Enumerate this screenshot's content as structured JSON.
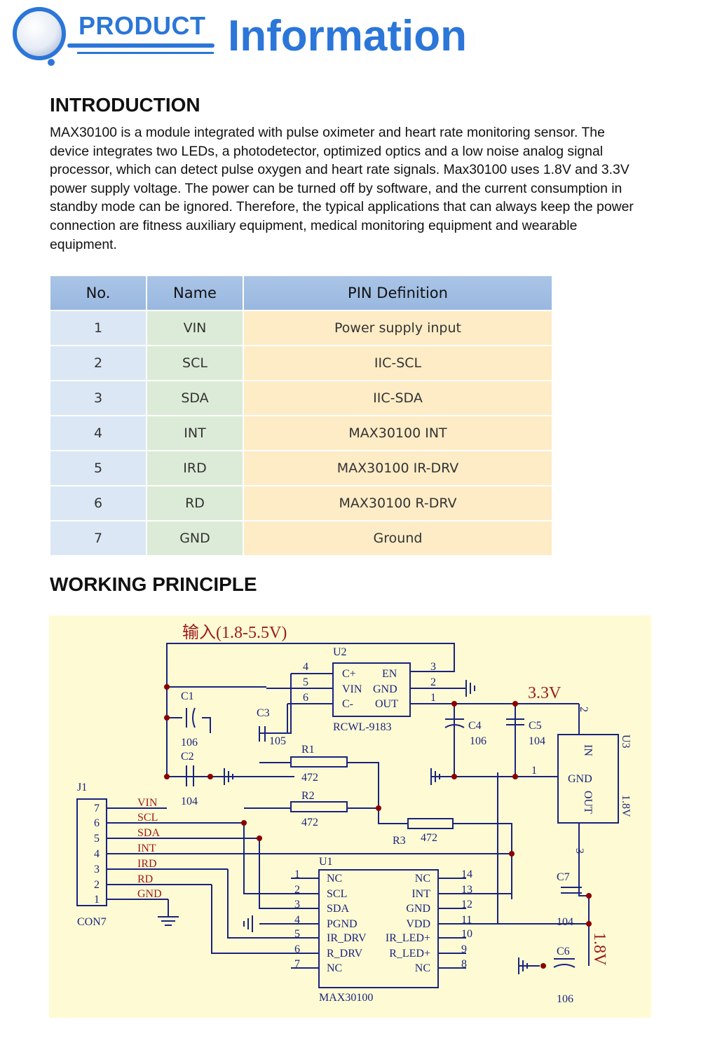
{
  "header": {
    "product_label": "PRODUCT",
    "title": "Information"
  },
  "introduction": {
    "heading": "INTRODUCTION",
    "paragraph": "MAX30100 is a module integrated with pulse oximeter and heart rate monitoring sensor. The device integrates two LEDs, a photodetector, optimized optics and a low noise analog signal processor, which can detect pulse oxygen and heart rate signals. Max30100 uses 1.8V and 3.3V power supply voltage. The power can be turned off by software, and the current consumption in standby mode can be ignored. Therefore, the typical applications that can always keep the power connection are fitness auxiliary equipment, medical monitoring equipment and wearable equipment."
  },
  "pin_table": {
    "headers": [
      "No.",
      "Name",
      "PIN Definition"
    ],
    "rows": [
      {
        "no": "1",
        "name": "VIN",
        "definition": "Power supply input"
      },
      {
        "no": "2",
        "name": "SCL",
        "definition": "IIC-SCL"
      },
      {
        "no": "3",
        "name": "SDA",
        "definition": "IIC-SDA"
      },
      {
        "no": "4",
        "name": "INT",
        "definition": "MAX30100 INT"
      },
      {
        "no": "5",
        "name": "IRD",
        "definition": "MAX30100 IR-DRV"
      },
      {
        "no": "6",
        "name": "RD",
        "definition": "MAX30100 R-DRV"
      },
      {
        "no": "7",
        "name": "GND",
        "definition": "Ground"
      }
    ]
  },
  "working_principle": {
    "heading": "WORKING PRINCIPLE"
  },
  "schematic": {
    "input_label": "输入(1.8-5.5V)",
    "rail_33": "3.3V",
    "rail_18": "1.8V",
    "u2": {
      "ref": "U2",
      "part": "RCWL-9183",
      "left_pins": [
        {
          "num": "4",
          "name": "C+"
        },
        {
          "num": "5",
          "name": "VIN"
        },
        {
          "num": "6",
          "name": "C-"
        }
      ],
      "right_pins": [
        {
          "num": "3",
          "name": "EN"
        },
        {
          "num": "2",
          "name": "GND"
        },
        {
          "num": "1",
          "name": "OUT"
        }
      ]
    },
    "u3": {
      "ref": "U3",
      "pin_in": "IN",
      "pin_gnd": "GND",
      "pin_out": "OUT",
      "value": "1.8V",
      "pin2": "2",
      "pin1": "1",
      "pin3": "3"
    },
    "u1": {
      "ref": "U1",
      "part": "MAX30100",
      "left_pins": [
        {
          "num": "1",
          "name": "NC"
        },
        {
          "num": "2",
          "name": "SCL"
        },
        {
          "num": "3",
          "name": "SDA"
        },
        {
          "num": "4",
          "name": "PGND"
        },
        {
          "num": "5",
          "name": "IR_DRV"
        },
        {
          "num": "6",
          "name": "R_DRV"
        },
        {
          "num": "7",
          "name": "NC"
        }
      ],
      "right_pins": [
        {
          "num": "14",
          "name": "NC"
        },
        {
          "num": "13",
          "name": "INT"
        },
        {
          "num": "12",
          "name": "GND"
        },
        {
          "num": "11",
          "name": "VDD"
        },
        {
          "num": "10",
          "name": "IR_LED+"
        },
        {
          "num": "9",
          "name": "R_LED+"
        },
        {
          "num": "8",
          "name": "NC"
        }
      ]
    },
    "j1": {
      "ref": "J1",
      "part": "CON7",
      "pins": [
        {
          "num": "7",
          "signal": "VIN"
        },
        {
          "num": "6",
          "signal": "SCL"
        },
        {
          "num": "5",
          "signal": "SDA"
        },
        {
          "num": "4",
          "signal": "INT"
        },
        {
          "num": "3",
          "signal": "IRD"
        },
        {
          "num": "2",
          "signal": "RD"
        },
        {
          "num": "1",
          "signal": "GND"
        }
      ]
    },
    "capacitors": [
      {
        "ref": "C1",
        "value": "106"
      },
      {
        "ref": "C2",
        "value": "104"
      },
      {
        "ref": "C3",
        "value": "105"
      },
      {
        "ref": "C4",
        "value": "106"
      },
      {
        "ref": "C5",
        "value": "104"
      },
      {
        "ref": "C6",
        "value": "106"
      },
      {
        "ref": "C7",
        "value": "104"
      }
    ],
    "resistors": [
      {
        "ref": "R1",
        "value": "472"
      },
      {
        "ref": "R2",
        "value": "472"
      },
      {
        "ref": "R3",
        "value": "472"
      }
    ]
  }
}
